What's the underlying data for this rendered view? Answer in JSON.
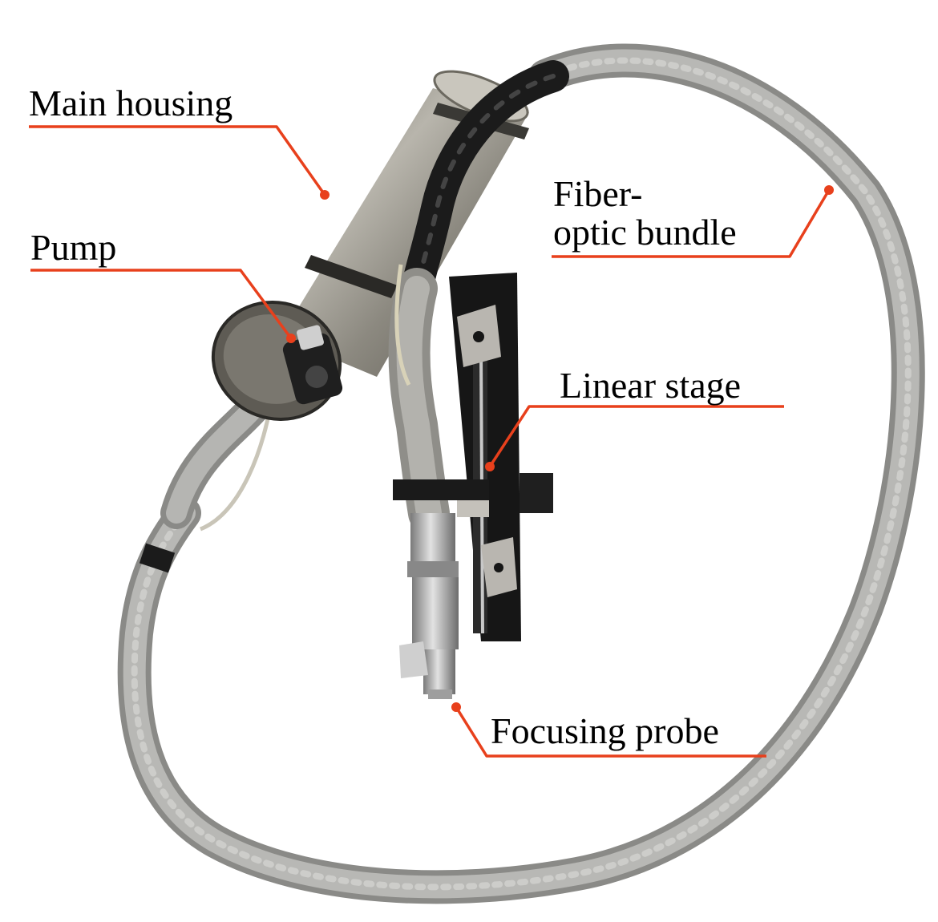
{
  "labels": {
    "main_housing": "Main housing",
    "pump": "Pump",
    "fiber_line1": "Fiber-",
    "fiber_line2": "optic bundle",
    "linear_stage": "Linear stage",
    "focusing_probe": "Focusing probe"
  },
  "colors": {
    "callout": "#e8401c",
    "housing": "#8d8a80",
    "cable": "#a7a7a4",
    "black_sleeve": "#1b1b1b",
    "stage": "#161616",
    "bracket": "#b9b6b0",
    "probe": "#a9a9a9"
  }
}
